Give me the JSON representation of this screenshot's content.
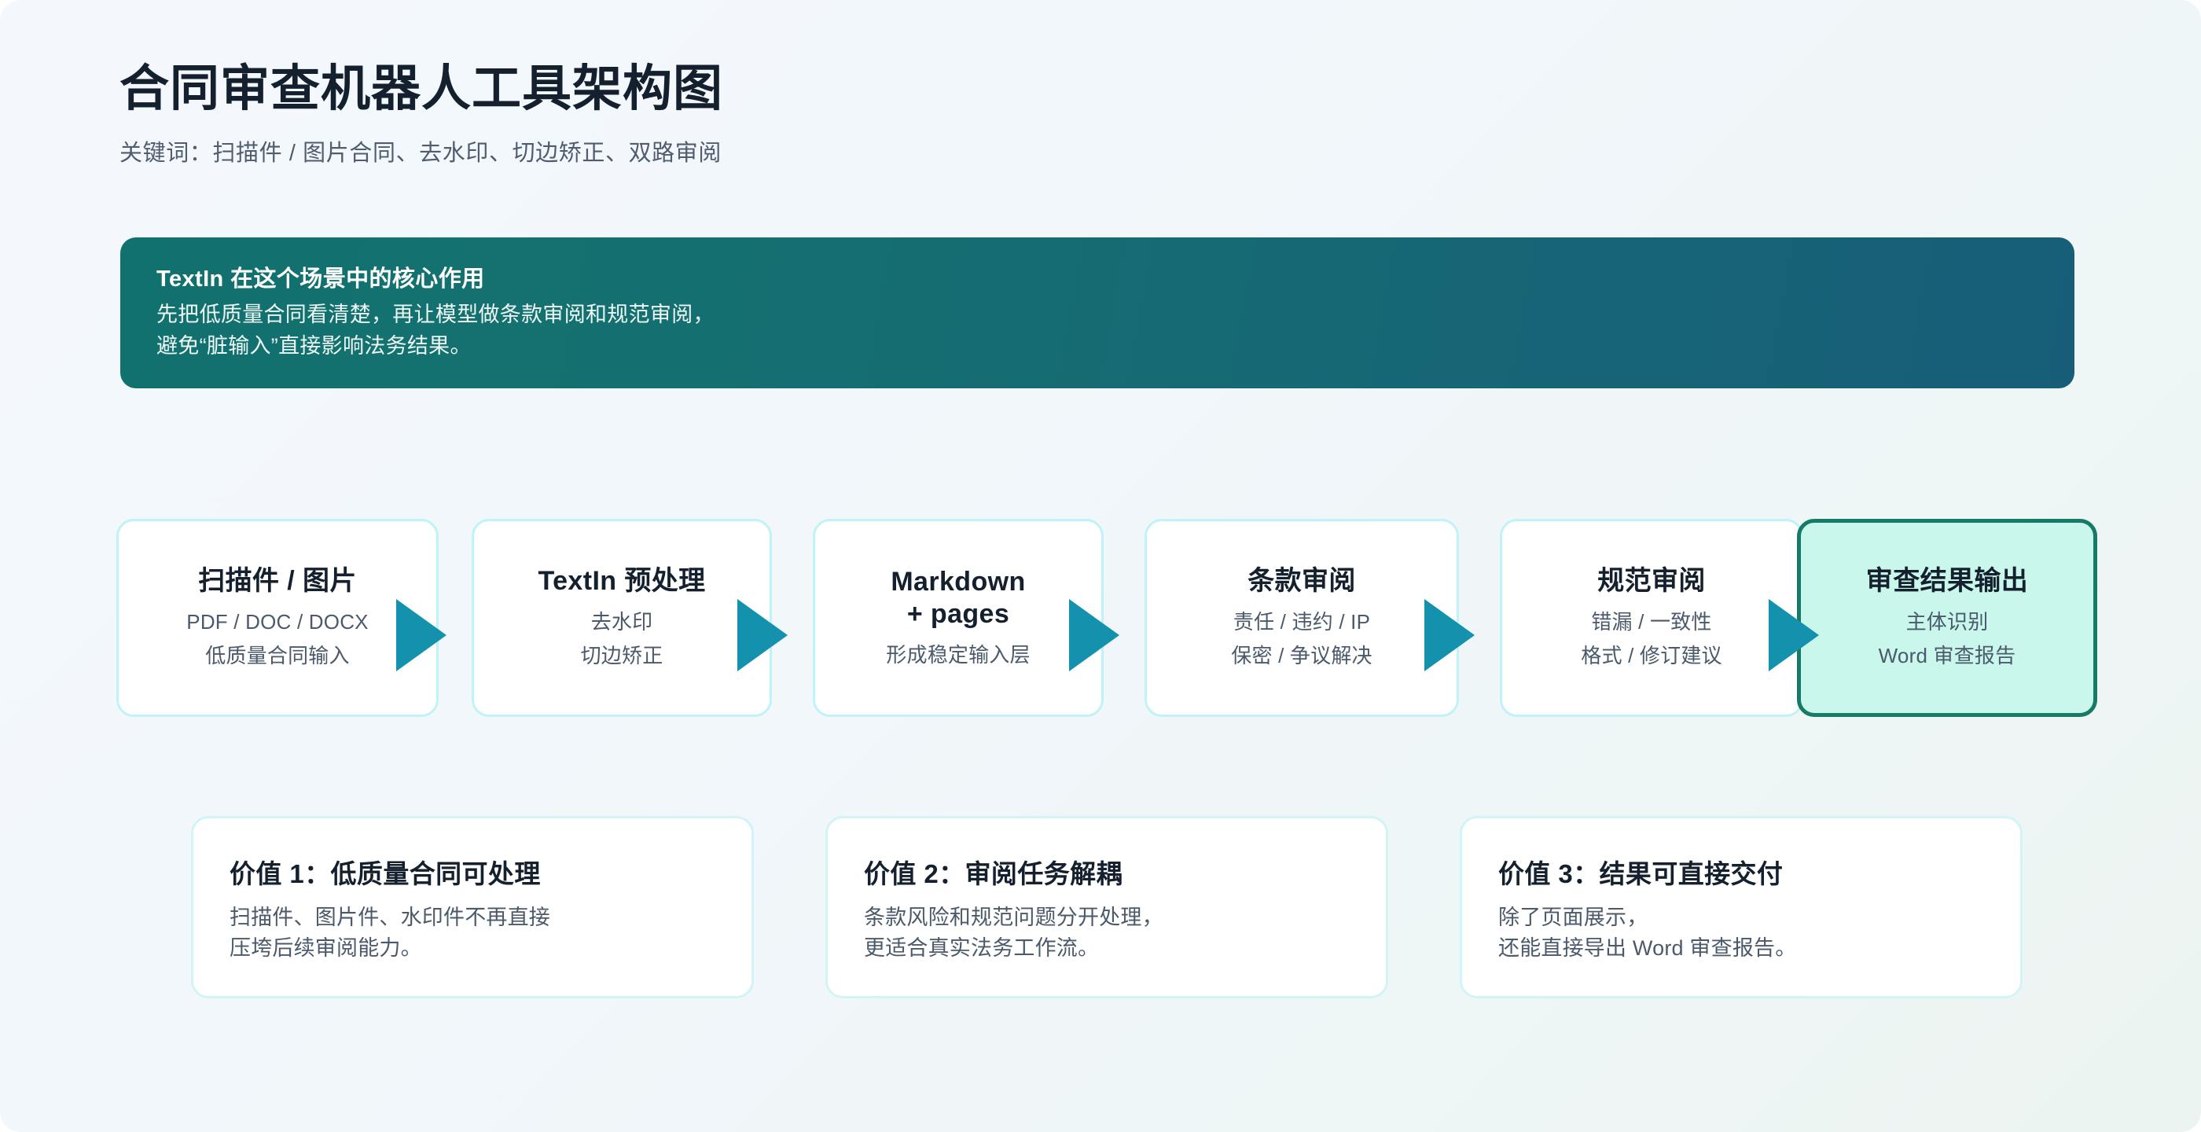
{
  "header": {
    "title": "合同审查机器人工具架构图",
    "subtitle": "关键词：扫描件 / 图片合同、去水印、切边矫正、双路审阅"
  },
  "banner": {
    "title": "TextIn 在这个场景中的核心作用",
    "line1": "先把低质量合同看清楚，再让模型做条款审阅和规范审阅，",
    "line2": "避免“脏输入”直接影响法务结果。",
    "gradient_from": "#11716f",
    "gradient_to": "#175d78"
  },
  "flow": {
    "arrow_color": "#1391ad",
    "steps": [
      {
        "title": "扫描件 / 图片",
        "sub1": "PDF / DOC / DOCX",
        "sub2": "低质量合同输入",
        "highlight": false
      },
      {
        "title": "TextIn 预处理",
        "sub1": "去水印",
        "sub2": "切边矫正",
        "highlight": false
      },
      {
        "title": "Markdown",
        "title2": "+ pages",
        "sub1": "形成稳定输入层",
        "sub2": "",
        "highlight": false
      },
      {
        "title": "条款审阅",
        "sub1": "责任 / 违约 / IP",
        "sub2": "保密 / 争议解决",
        "highlight": false
      },
      {
        "title": "规范审阅",
        "sub1": "错漏 / 一致性",
        "sub2": "格式 / 修订建议",
        "highlight": false
      },
      {
        "title": "审查结果输出",
        "sub1": "主体识别",
        "sub2": "Word 审查报告",
        "highlight": true,
        "fill": "#c9f7ec",
        "border": "#167a66"
      }
    ]
  },
  "values": [
    {
      "title": "价值 1：低质量合同可处理",
      "line1": "扫描件、图片件、水印件不再直接",
      "line2": "压垮后续审阅能力。"
    },
    {
      "title": "价值 2：审阅任务解耦",
      "line1": "条款风险和规范问题分开处理，",
      "line2": "更适合真实法务工作流。"
    },
    {
      "title": "价值 3：结果可直接交付",
      "line1": "除了页面展示，",
      "line2": "还能直接导出 Word 审查报告。"
    }
  ]
}
